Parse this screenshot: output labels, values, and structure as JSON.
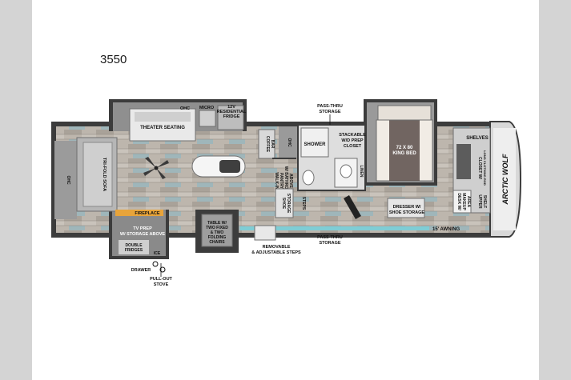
{
  "model_number": "3550",
  "brand_logo": "ARCTIC WOLF",
  "labels": {
    "ohc": "OHC",
    "micro": "MICRO",
    "fridge_line1": "12V",
    "fridge_line2": "RESIDENTIAL",
    "fridge_line3": "FRIDGE",
    "theater_seating": "THEATER SEATING",
    "trifold_sofa": "TRI-FOLD SOFA",
    "coffee_bar_line1": "COFFEE",
    "coffee_bar_line2": "BAR",
    "walkin_pantry_line1": "WALK-IN",
    "walkin_pantry_line2": "PANTRY",
    "walkin_pantry_line3": "W/ BATHROOM",
    "walkin_pantry_line4": "ABOVE",
    "shoe_storage_line1": "SHOE",
    "shoe_storage_line2": "STORAGE",
    "steps": "STEPS",
    "pass_thru_top_line1": "PASS-THRU",
    "pass_thru_top_line2": "STORAGE",
    "shower": "SHOWER",
    "stackable_line1": "STACKABLE",
    "stackable_line2": "W/D PREP",
    "stackable_line3": "CLOSET",
    "linen": "LINEN",
    "king_bed_line1": "72 X 80",
    "king_bed_line2": "KING BED",
    "shelves": "SHELVES",
    "closet_line1": "CLOSET W/",
    "closet_line2": "LONG CLOTHING ROD",
    "desk_line1": "DESK W/",
    "desk_line2": "MAKEUP",
    "desk_line3": "AREA",
    "upper_shelf_line1": "UPPER",
    "upper_shelf_line2": "SHELF",
    "dresser_line1": "DRESSER W/",
    "dresser_line2": "SHOE STORAGE",
    "awning": "15' AWNING",
    "pass_thru_bottom_line1": "PASS-THRU",
    "pass_thru_bottom_line2": "STORAGE",
    "removable_steps_line1": "REMOVABLE",
    "removable_steps_line2": "& ADJUSTABLE STEPS",
    "table_line1": "TABLE W/",
    "table_line2": "TWO FIXED",
    "table_line3": "& TWO",
    "table_line4": "FOLDING",
    "table_line5": "CHAIRS",
    "fireplace": "FIREPLACE",
    "tv_prep_line1": "TV PREP",
    "tv_prep_line2": "W/ STORAGE ABOVE",
    "double_fridges_line1": "DOUBLE",
    "double_fridges_line2": "FRIDGES",
    "drawer": "DRAWER",
    "pullout_stove_line1": "PULL-OUT",
    "pullout_stove_line2": "STOVE",
    "ice": "ICE"
  },
  "colors": {
    "exterior_wall": "#3c3c3c",
    "floor": "#b8b1a8",
    "floor_accent": "#88a3a8",
    "cabinet": "#9a9a9a",
    "bed": "#f1ece5",
    "bed_stripe": "#5a4e4a",
    "awning": "#7fcdd5",
    "fireplace": "#e8a43a"
  }
}
